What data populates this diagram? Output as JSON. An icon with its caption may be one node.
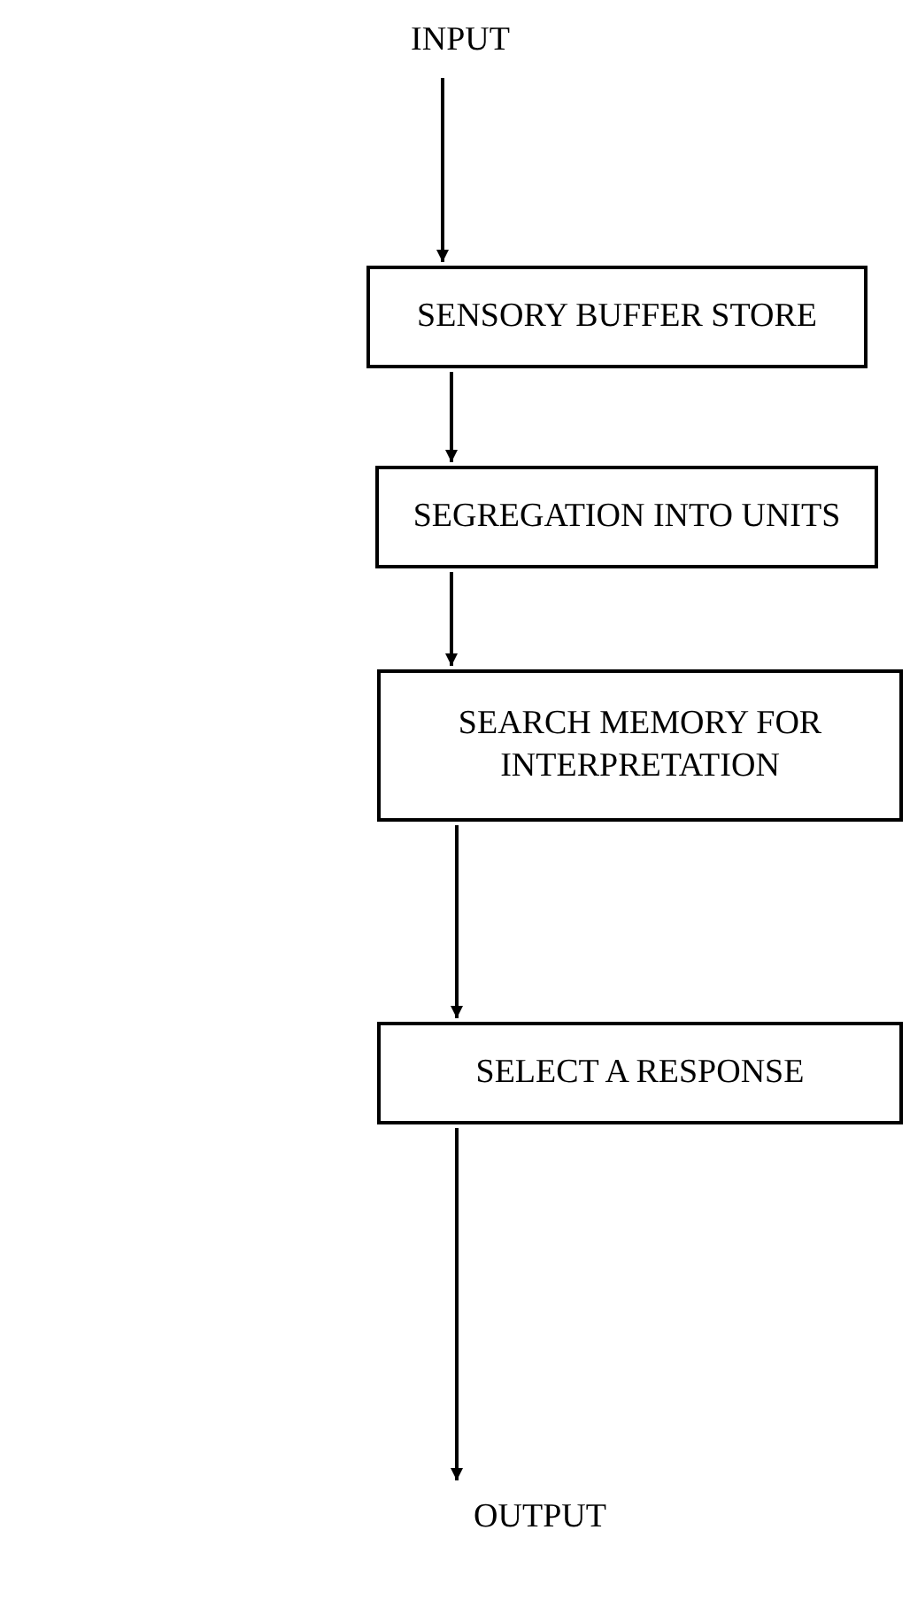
{
  "diagram": {
    "nodes": [
      {
        "text": [
          "INPUT"
        ]
      },
      {
        "text": [
          "SENSORY BUFFER STORE"
        ]
      },
      {
        "text": [
          "SEGREGATION INTO UNITS"
        ]
      },
      {
        "text": [
          "SEARCH MEMORY FOR INTERPRETATION"
        ]
      },
      {
        "text": [
          "SELECT A RESPONSE"
        ]
      },
      {
        "text": [
          "OUTPUT"
        ]
      }
    ],
    "edges": [
      {
        "from": 0,
        "to": 1,
        "arrow": "to"
      },
      {
        "from": 1,
        "to": 2,
        "arrow": "to"
      },
      {
        "from": 2,
        "to": 3,
        "arrow": "to"
      },
      {
        "from": 3,
        "to": 4,
        "arrow": "to"
      },
      {
        "from": 4,
        "to": 5,
        "arrow": "to"
      }
    ]
  }
}
